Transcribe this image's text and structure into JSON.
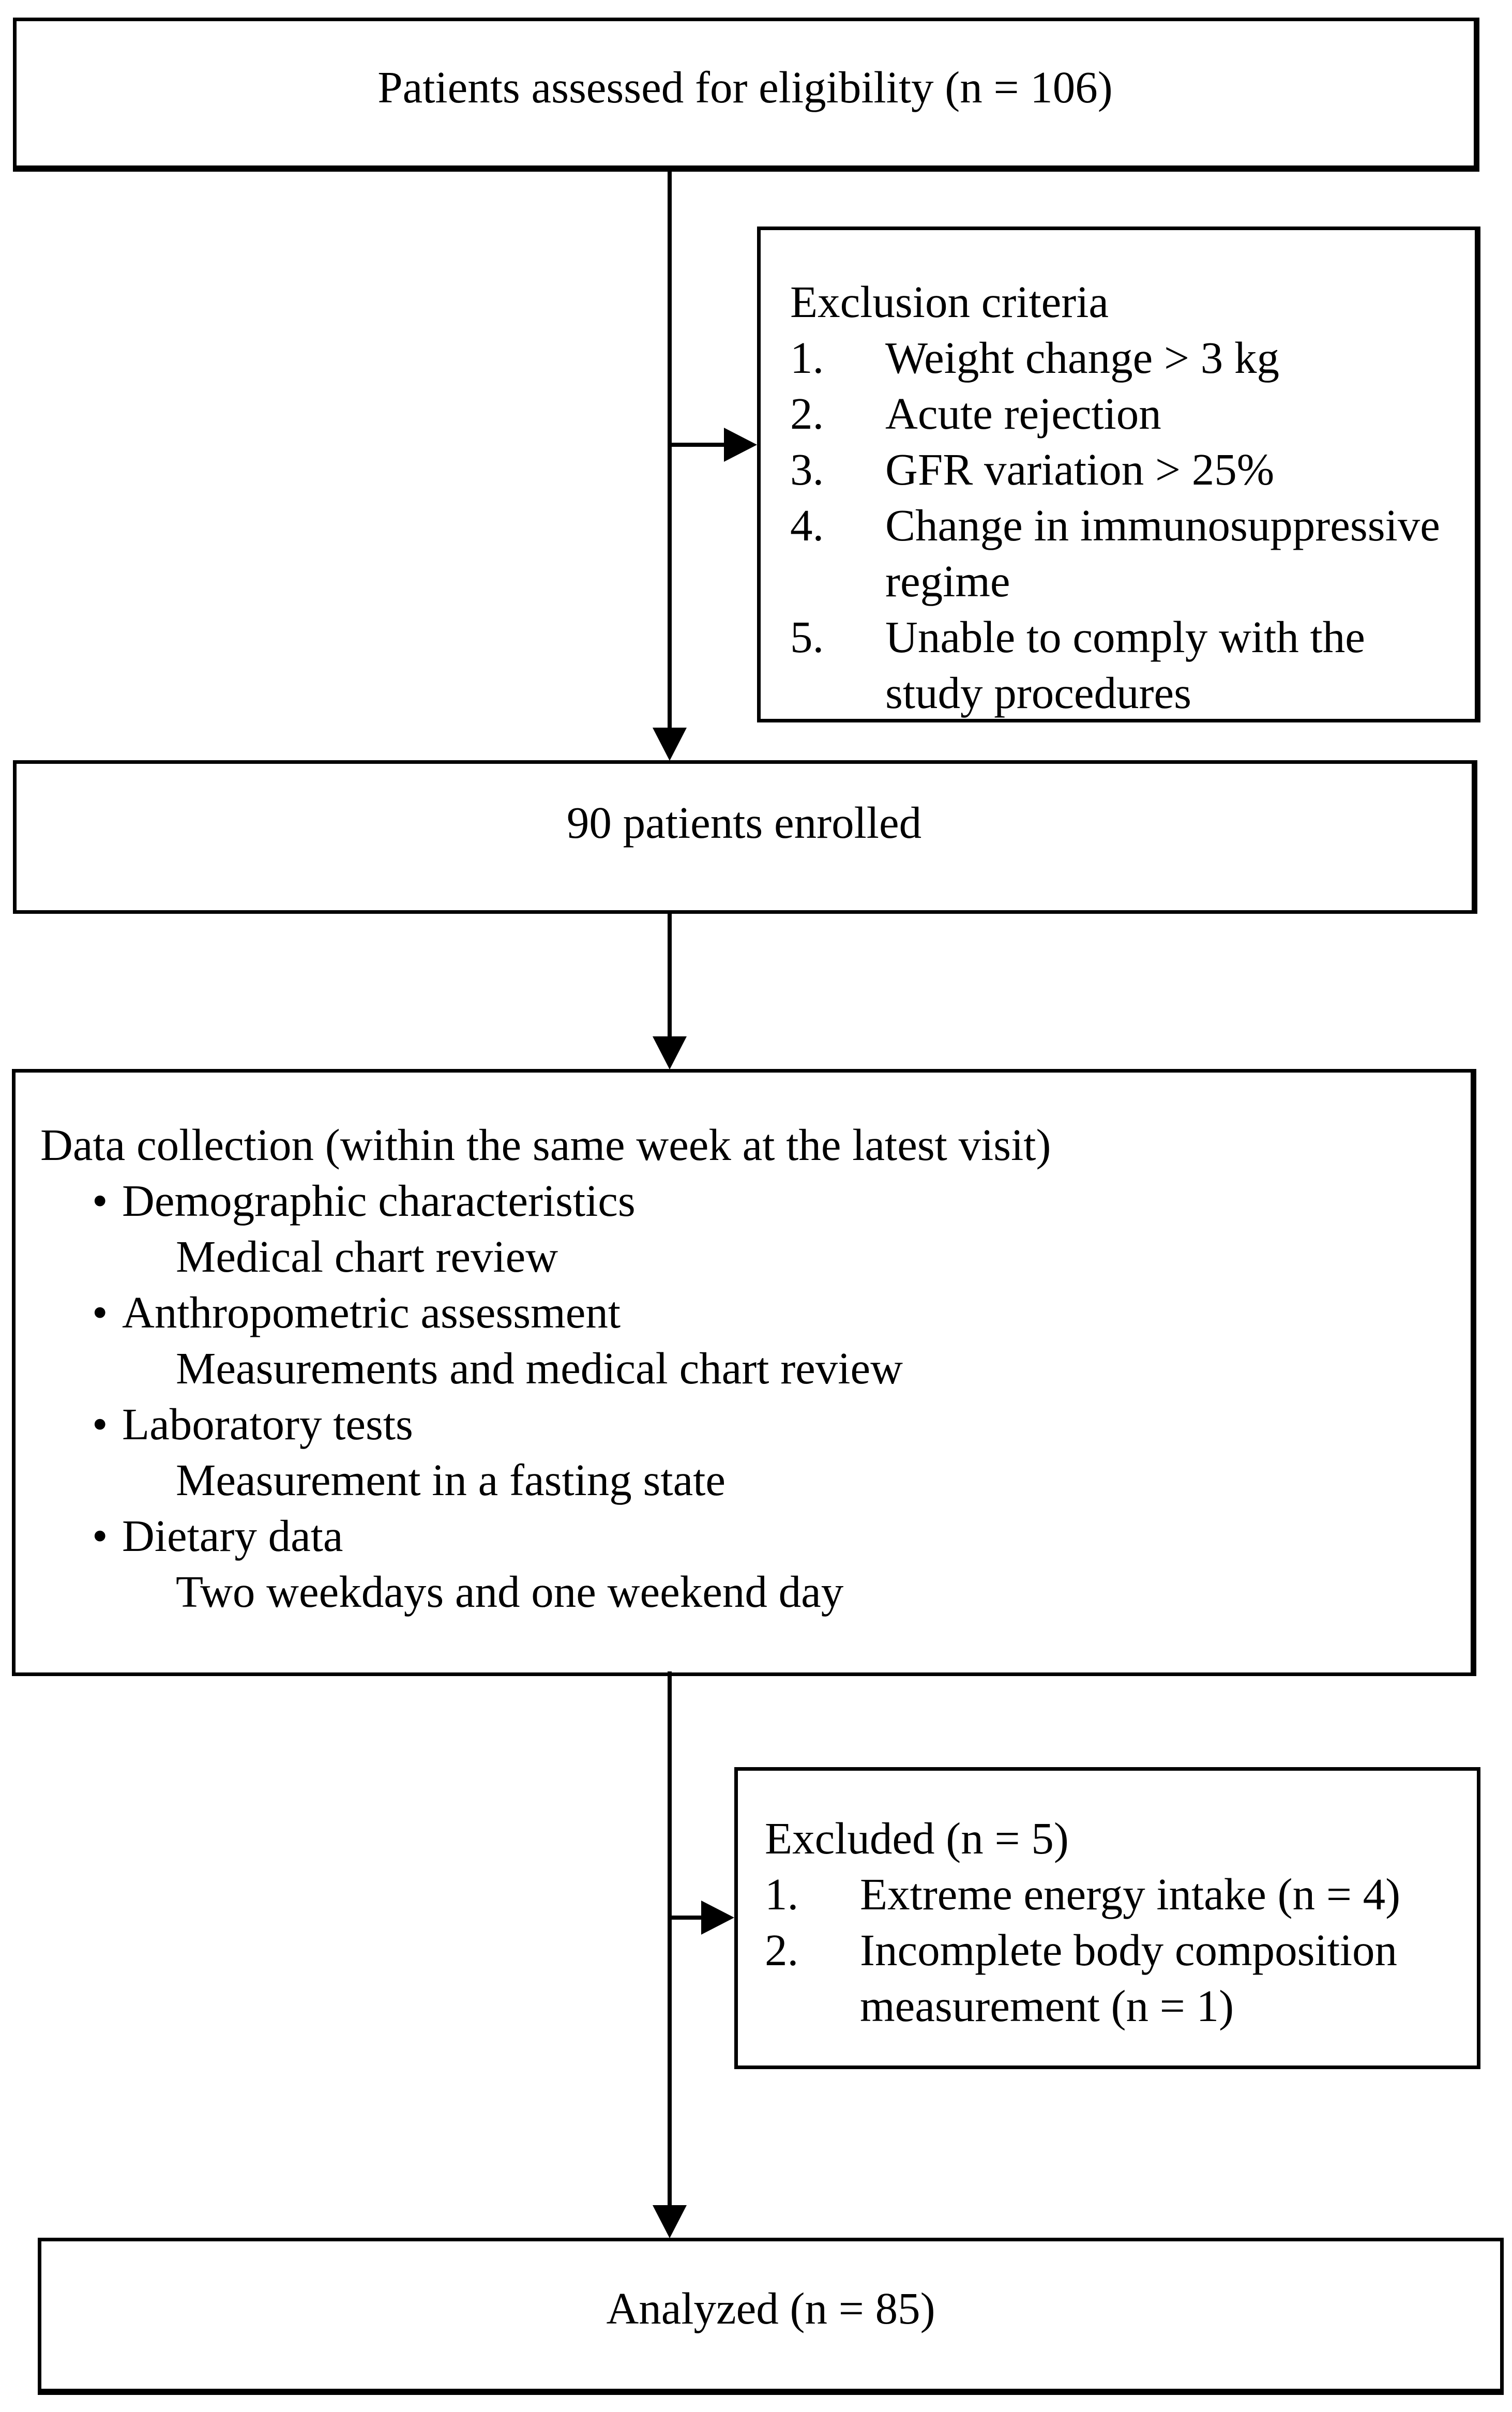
{
  "diagram": {
    "colors": {
      "line": "#000000",
      "background": "#ffffff",
      "text": "#000000"
    },
    "boxes": {
      "eligibility": {
        "text": "Patients assessed for eligibility (n = 106)"
      },
      "exclusion": {
        "title": "Exclusion criteria",
        "items": [
          {
            "num": "1.",
            "text": "Weight change > 3 kg"
          },
          {
            "num": "2.",
            "text": "Acute rejection"
          },
          {
            "num": "3.",
            "text": "GFR variation > 25%"
          },
          {
            "num": "4.",
            "text": "Change in immunosuppressive regime"
          },
          {
            "num": "5.",
            "text": "Unable to comply with the study procedures"
          }
        ]
      },
      "enrolled": {
        "text": "90 patients enrolled"
      },
      "data_collection": {
        "title": "Data collection (within the same week at the latest visit)",
        "bullet": "•",
        "items": [
          {
            "label": "Demographic characteristics",
            "detail": "Medical chart review"
          },
          {
            "label": "Anthropometric assessment",
            "detail": "Measurements and medical chart review"
          },
          {
            "label": "Laboratory tests",
            "detail": "Measurement in a fasting state"
          },
          {
            "label": "Dietary data",
            "detail": "Two weekdays and one weekend day"
          }
        ]
      },
      "excluded": {
        "title": "Excluded (n = 5)",
        "items": [
          {
            "num": "1.",
            "text": "Extreme energy intake (n = 4)"
          },
          {
            "num": "2.",
            "text": "Incomplete body composition measurement (n = 1)"
          }
        ]
      },
      "analyzed": {
        "text": "Analyzed (n = 85)"
      }
    }
  }
}
